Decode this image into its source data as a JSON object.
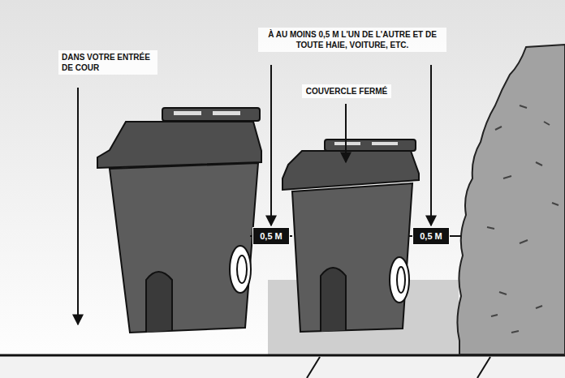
{
  "diagram": {
    "nodes": [
      {
        "text": [
          "0,5 M"
        ]
      },
      {
        "text": [
          "0,5 M"
        ]
      }
    ],
    "labels": [
      "DANS VOTRE ENTRÉE DE COUR",
      "À AU MOINS 0,5 M L'UN DE L'AUTRE ET DE TOUTE HAIE, VOITURE, ETC.",
      "COUVERCLE FERMÉ"
    ]
  }
}
